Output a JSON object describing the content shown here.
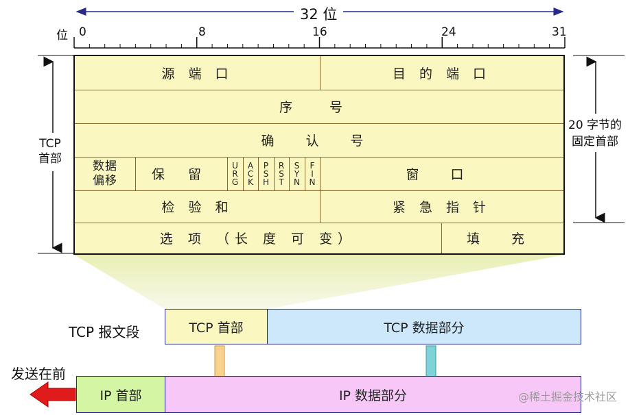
{
  "width_label": "32 位",
  "bit_label": "位",
  "bit_ticks": [
    "0",
    "8",
    "16",
    "24",
    "31"
  ],
  "header": {
    "rows": [
      [
        "源 端 口",
        "目 的 端 口"
      ],
      [
        "序 号"
      ],
      [
        "确 认 号"
      ],
      [
        "数据 偏移",
        "保 留",
        "窗 口"
      ],
      [
        "检 验 和",
        "紧 急 指 针"
      ],
      [
        "选 项 （长 度 可 变）",
        "填 充"
      ]
    ],
    "data_offset": [
      "数据",
      "偏移"
    ],
    "flags": [
      "URG",
      "ACK",
      "PSH",
      "RST",
      "SYN",
      "FIN"
    ]
  },
  "left_label": [
    "TCP",
    "首部"
  ],
  "right_label": [
    "20 字节的",
    "固定首部"
  ],
  "segment": {
    "label": "TCP 报文段",
    "header": "TCP 首部",
    "data": "TCP 数据部分"
  },
  "ip": {
    "send_first": "发送在前",
    "header": "IP 首部",
    "data": "IP 数据部分"
  },
  "watermark": "@稀土掘金技术社区",
  "colors": {
    "header_fill": "#fbf7c0",
    "tcp_data_fill": "#cde7fb",
    "ip_header_fill": "#d4f5a4",
    "ip_data_fill": "#f7c8f7",
    "arrow_left": "#e01b1b",
    "arrow_orange": "#f7d28e",
    "arrow_teal": "#7fd2d6",
    "line_blue": "#2a2a8a"
  }
}
